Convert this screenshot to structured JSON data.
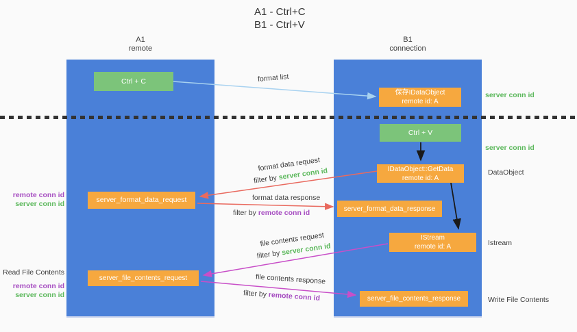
{
  "title": {
    "line1": "A1 - Ctrl+C",
    "line2": "B1 - Ctrl+V"
  },
  "lanes": {
    "left": {
      "name": "A1",
      "role": "remote"
    },
    "right": {
      "name": "B1",
      "role": "connection"
    }
  },
  "boxes": {
    "ctrl_c": {
      "label": "Ctrl + C"
    },
    "save_idataobject": {
      "line1": "保存IDataObject",
      "line2": "remote id: A"
    },
    "ctrl_v": {
      "label": "Ctrl + V"
    },
    "getdata": {
      "line1": "IDataObject::GetData",
      "line2": "remote id: A"
    },
    "format_request": {
      "label": "server_format_data_request"
    },
    "format_response": {
      "label": "server_format_data_response"
    },
    "istream": {
      "line1": "IStream",
      "line2": "remote id: A"
    },
    "file_request": {
      "label": "server_file_contents_request"
    },
    "file_response": {
      "label": "server_file_contents_response"
    }
  },
  "labels": {
    "format_list": "format list",
    "format_data_request": "format data request",
    "format_data_response": "format data response",
    "file_contents_request": "file contents request",
    "file_contents_response": "file contents response",
    "filter_by": "filter by",
    "server_conn_id": "server conn id",
    "remote_conn_id": "remote conn id",
    "dataobject": "DataObject",
    "istream": "Istream",
    "read_file_contents": "Read File Contents",
    "write_file_contents": "Write File Contents"
  },
  "colors": {
    "lane_blue": "#4a80d8",
    "box_green": "#7cc47a",
    "box_orange": "#f6a83f",
    "label_green": "#5cb85c",
    "label_purple": "#a64dc1",
    "arrow_red": "#e96a5f",
    "arrow_magenta": "#c84fc8",
    "arrow_lightblue": "#a8d2f0",
    "arrow_black": "#1a1a1a",
    "dotted_line": "#333333"
  }
}
